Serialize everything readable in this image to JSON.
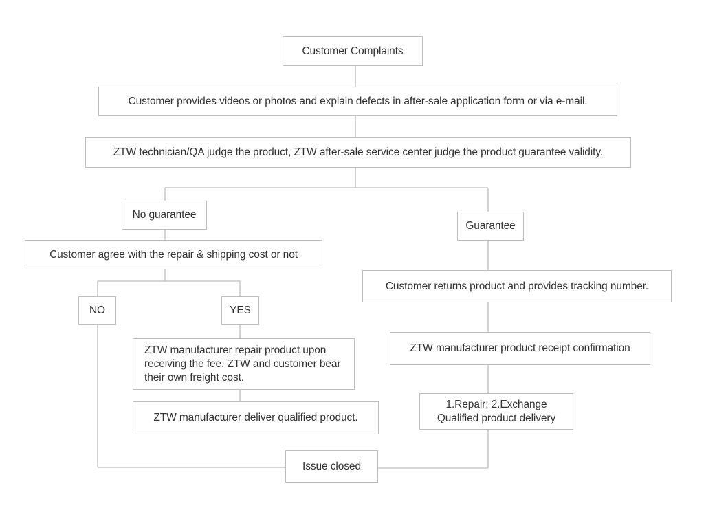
{
  "diagram": {
    "type": "flowchart",
    "nodes": {
      "start": "Customer Complaints",
      "provide_evidence": "Customer provides videos or photos and explain defects in after-sale application form or via e-mail.",
      "judge": "ZTW technician/QA judge the product, ZTW after-sale service center judge the product guarantee validity.",
      "no_guarantee": "No guarantee",
      "agree_cost": "Customer agree with the repair & shipping cost or not",
      "no": "NO",
      "yes": "YES",
      "repair_fee": "ZTW manufacturer repair product upon\nreceiving the fee, ZTW and customer bear\ntheir own freight cost.",
      "deliver_qualified": "ZTW manufacturer deliver qualified product.",
      "guarantee": "Guarantee",
      "returns_product": "Customer returns product and provides tracking number.",
      "receipt_confirmation": "ZTW manufacturer product receipt confirmation",
      "repair_exchange": "1.Repair;        2.Exchange\nQualified product delivery",
      "issue_closed": "Issue closed"
    },
    "edges": [
      [
        "start",
        "provide_evidence"
      ],
      [
        "provide_evidence",
        "judge"
      ],
      [
        "judge",
        "no_guarantee"
      ],
      [
        "judge",
        "guarantee"
      ],
      [
        "no_guarantee",
        "agree_cost"
      ],
      [
        "agree_cost",
        "no"
      ],
      [
        "agree_cost",
        "yes"
      ],
      [
        "yes",
        "repair_fee"
      ],
      [
        "repair_fee",
        "deliver_qualified"
      ],
      [
        "no",
        "issue_closed"
      ],
      [
        "guarantee",
        "returns_product"
      ],
      [
        "returns_product",
        "receipt_confirmation"
      ],
      [
        "receipt_confirmation",
        "repair_exchange"
      ],
      [
        "repair_exchange",
        "issue_closed"
      ]
    ],
    "colors": {
      "border": "#bdbdbd",
      "text": "#333333",
      "background": "#ffffff"
    }
  }
}
